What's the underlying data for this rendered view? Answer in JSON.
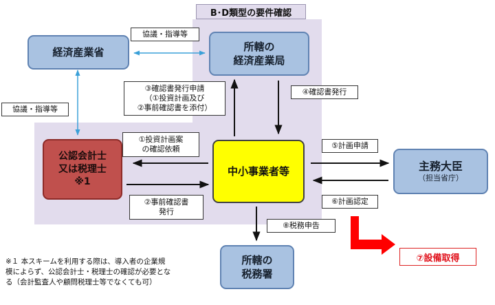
{
  "regions": {
    "bd_title": "B･D類型の要件確認"
  },
  "nodes": {
    "meti": "経済産業省",
    "regional_bureau": [
      "所轄の",
      "経済産業局"
    ],
    "accountant": [
      "公認会計士",
      "又は税理士",
      "※1"
    ],
    "sme": "中小事業者等",
    "minister": {
      "title": "主務大臣",
      "sub": "（担当省庁）"
    },
    "tax_office": [
      "所轄の",
      "税務署"
    ]
  },
  "labels": {
    "consult_top": "協議・指導等",
    "consult_left": "協議・指導等",
    "step1": [
      "①投資計画案",
      "の確認依頼"
    ],
    "step2": [
      "②事前確認書",
      "発行"
    ],
    "step3": [
      "③確認書発行申請",
      "（①投資計画及び",
      "②事前確認書を添付）"
    ],
    "step4": "④確認書発行",
    "step5": "⑤計画申請",
    "step6": "⑥計画認定",
    "step7": "⑦設備取得",
    "step8": "⑧税務申告"
  },
  "footnote": [
    "※１ 本スキームを利用する際は、導入者の企業規",
    "模によらず、公認会計士・税理士の確認が必要とな",
    "る（会計監査人や顧問税理士等でなくても可）"
  ]
}
